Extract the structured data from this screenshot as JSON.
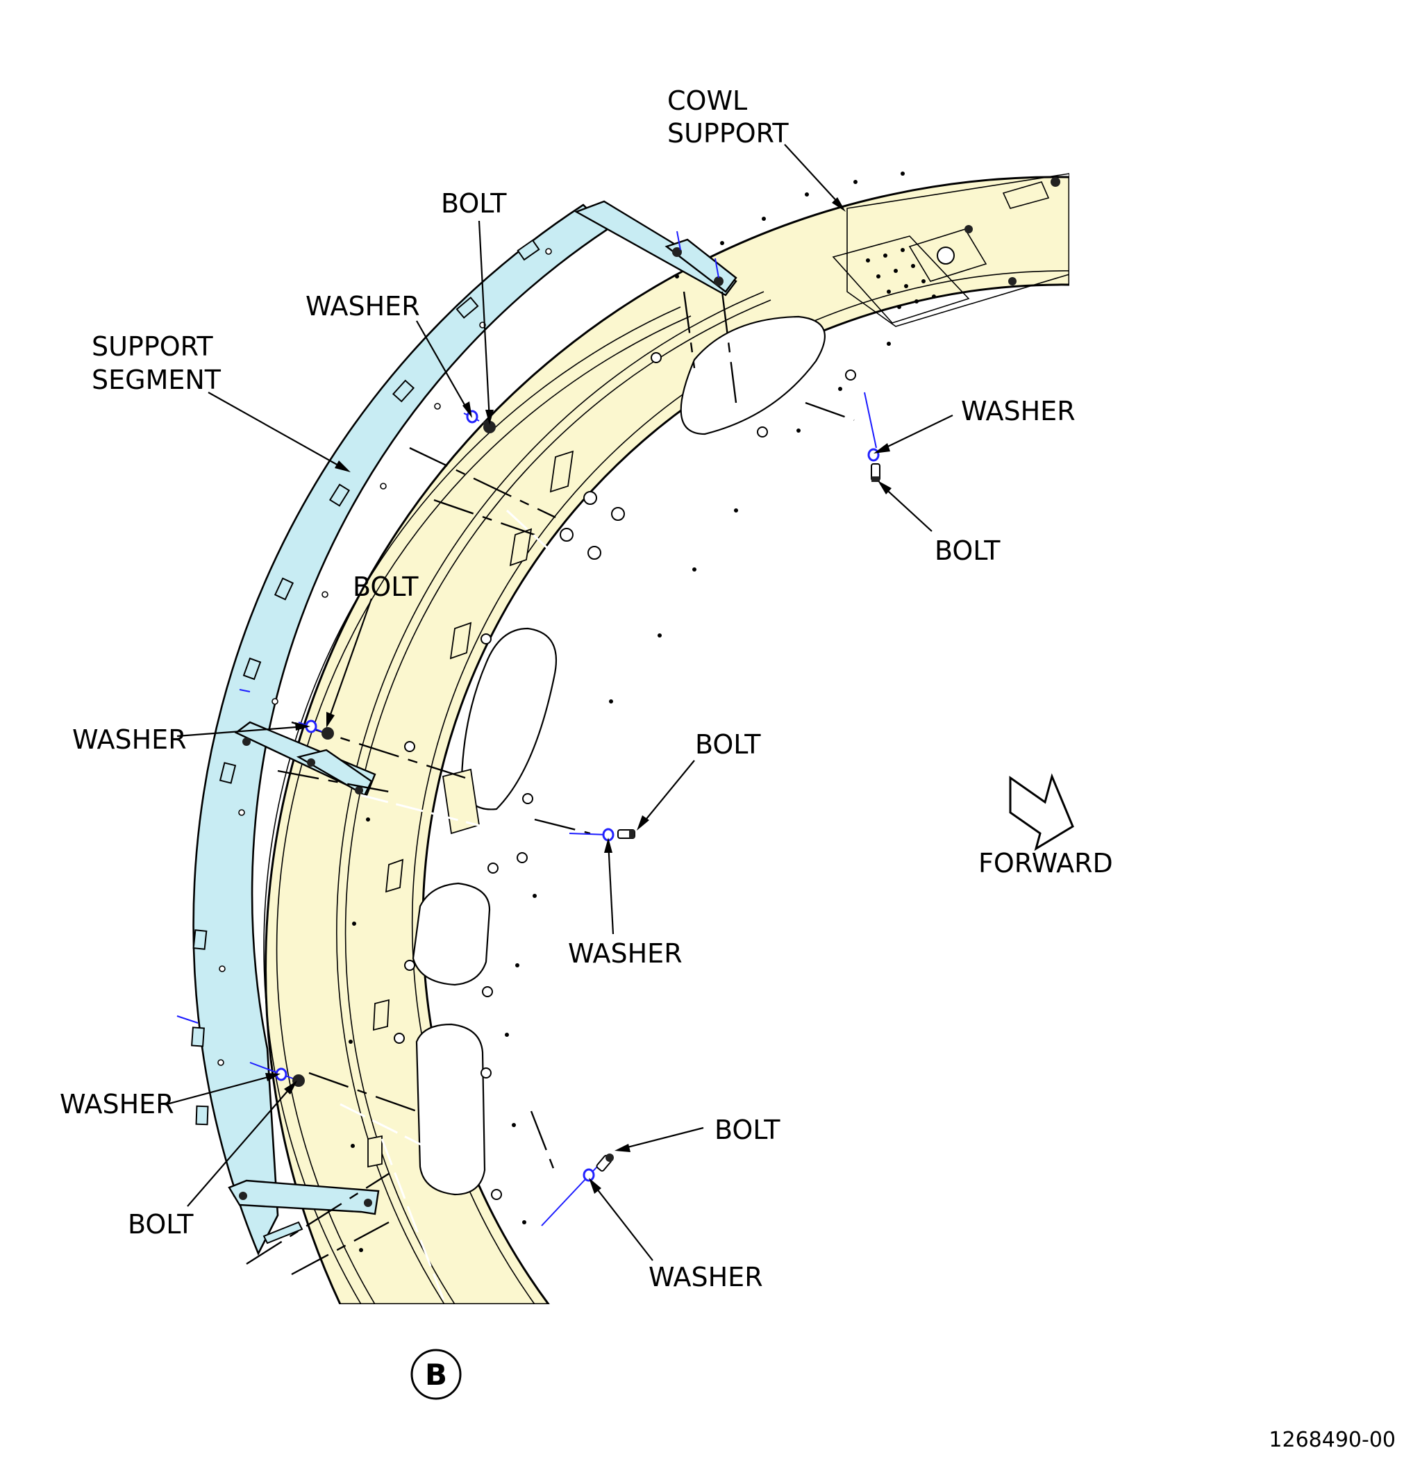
{
  "figure": {
    "view_label": "B",
    "figure_number": "1268490-00",
    "colors": {
      "cowl_support_fill": "#fbf7cf",
      "support_segment_fill": "#c8ecf3",
      "washer_color": "#2222ff",
      "line_color": "#000000"
    }
  },
  "labels": {
    "cowl_support": [
      "COWL",
      "SUPPORT"
    ],
    "support_segment": [
      "SUPPORT",
      "SEGMENT"
    ],
    "bolt": "BOLT",
    "washer": "WASHER",
    "forward": "FORWARD"
  },
  "icons": {
    "forward_arrow": "forward-arrow-icon",
    "bolt": "bolt-icon",
    "washer": "washer-icon"
  }
}
